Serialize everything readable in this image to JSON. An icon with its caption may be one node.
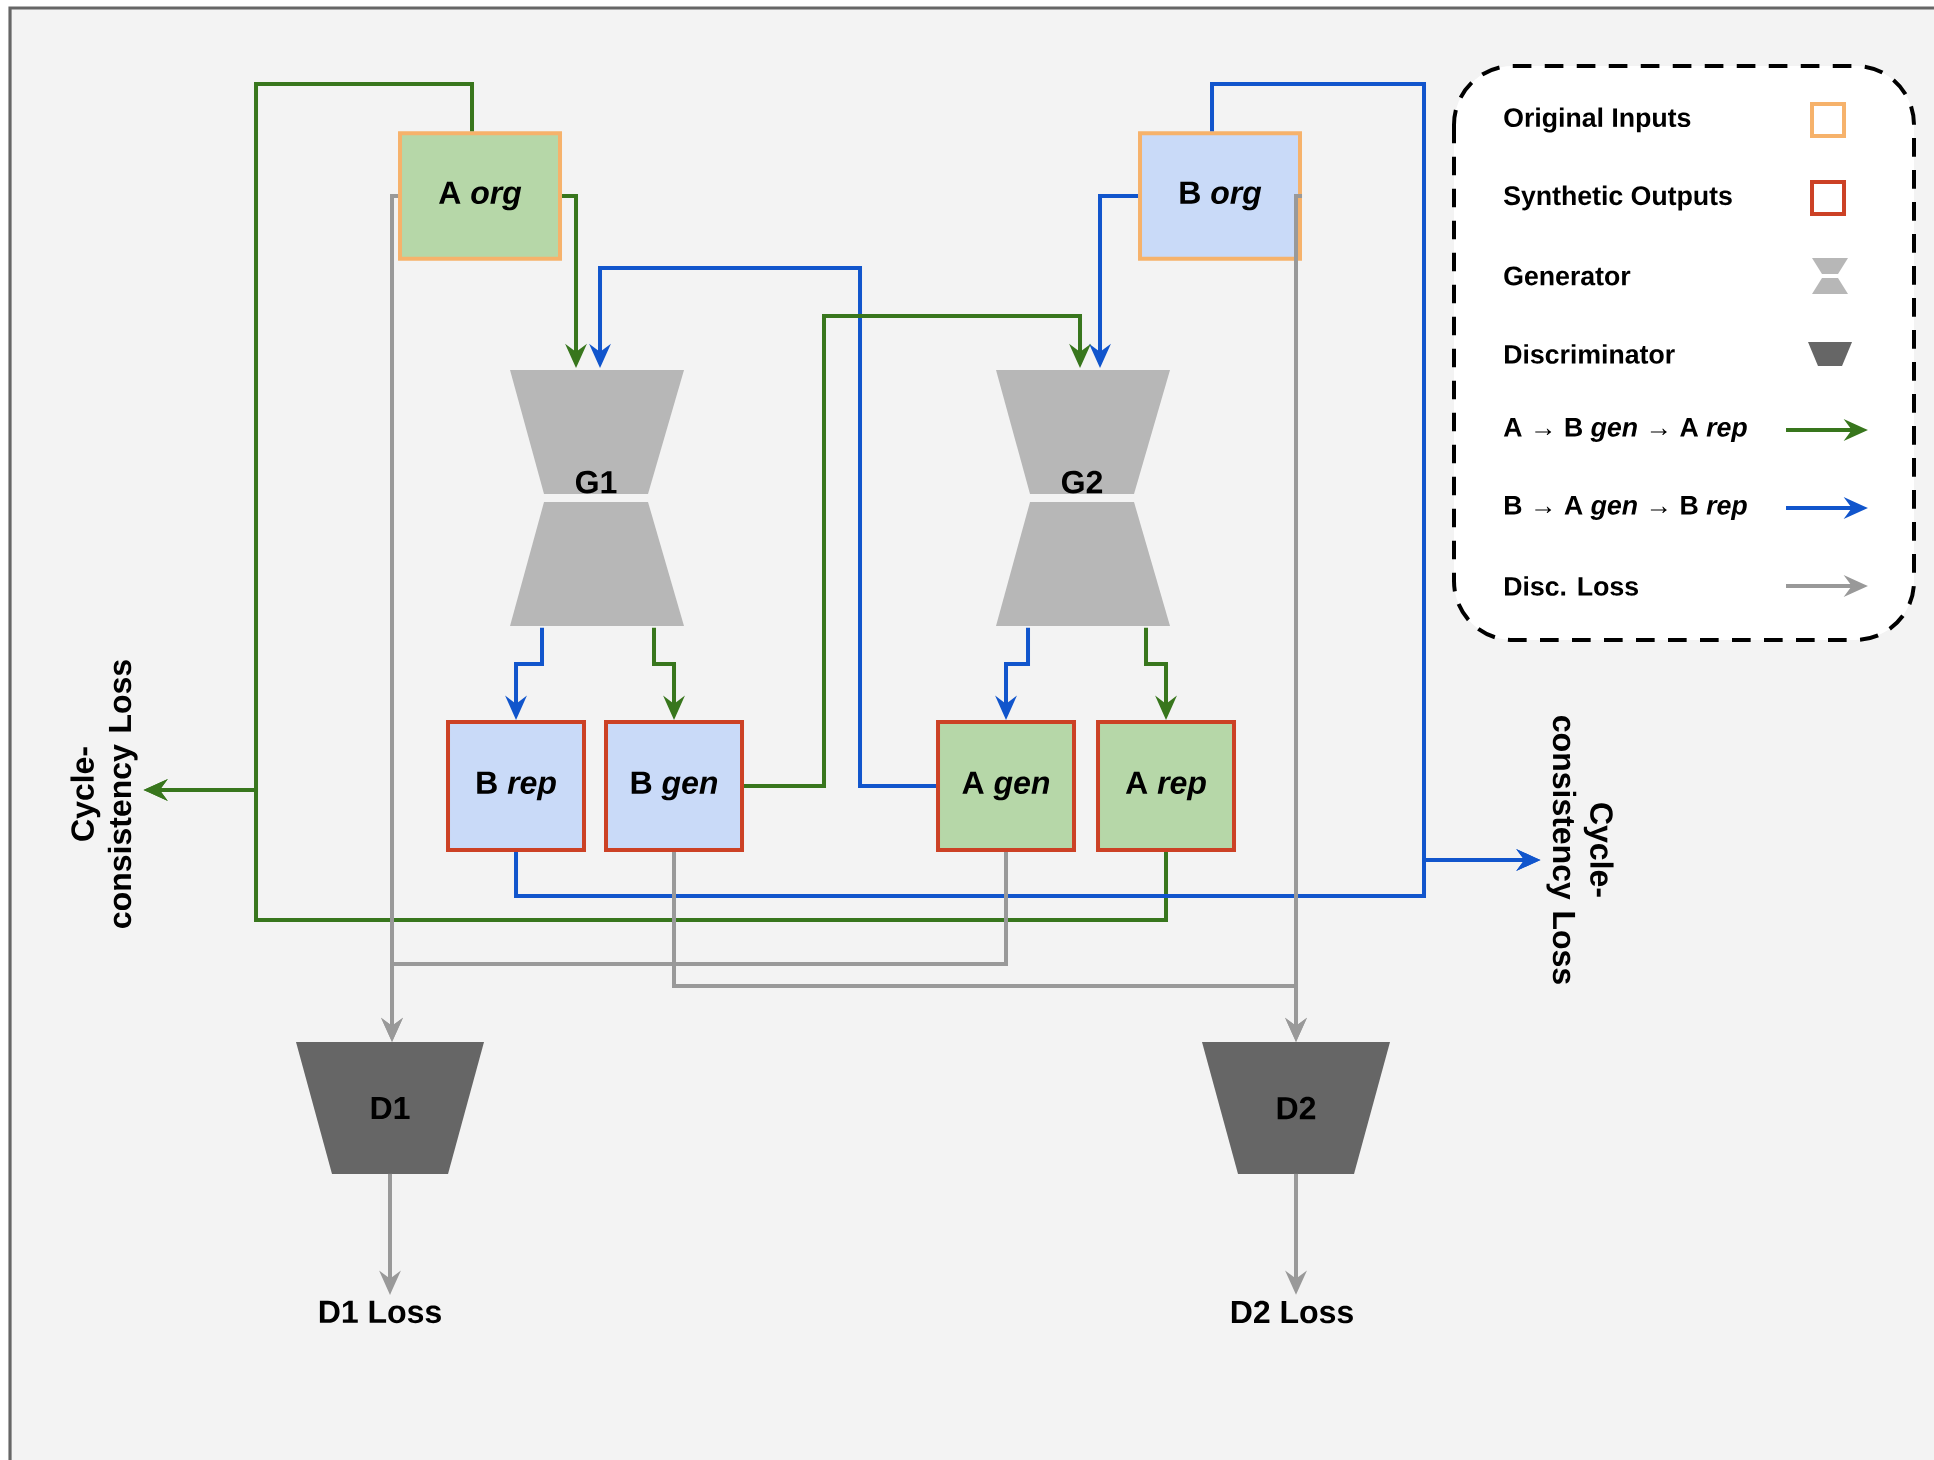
{
  "diagram": {
    "nodes": [
      {
        "text": [
          "A *org*"
        ]
      },
      {
        "text": [
          "B *org*"
        ]
      },
      {
        "text": [
          "G1"
        ]
      },
      {
        "text": [
          "G2"
        ]
      },
      {
        "text": [
          "B *rep*"
        ]
      },
      {
        "text": [
          "B *gen*"
        ]
      },
      {
        "text": [
          "A *gen*"
        ]
      },
      {
        "text": [
          "A *rep*"
        ]
      },
      {
        "text": [
          "D1"
        ]
      },
      {
        "text": [
          "D2"
        ]
      },
      {
        "text": [
          "D1 Loss"
        ]
      },
      {
        "text": [
          "D2 Loss"
        ]
      },
      {
        "text": [
          "Cycle-consistency Loss"
        ]
      },
      {
        "text": [
          "Cycle-consistency Loss"
        ]
      }
    ],
    "edges": [
      {
        "from": 0,
        "to": 2,
        "arrow": "to",
        "color": "#38761d"
      },
      {
        "from": 6,
        "to": 2,
        "arrow": "to",
        "color": "#1155cc"
      },
      {
        "from": 1,
        "to": 3,
        "arrow": "to",
        "color": "#1155cc"
      },
      {
        "from": 5,
        "to": 3,
        "arrow": "to",
        "color": "#38761d"
      },
      {
        "from": 2,
        "to": 4,
        "arrow": "to",
        "color": "#1155cc"
      },
      {
        "from": 2,
        "to": 5,
        "arrow": "to",
        "color": "#38761d"
      },
      {
        "from": 3,
        "to": 6,
        "arrow": "to",
        "color": "#1155cc"
      },
      {
        "from": 3,
        "to": 7,
        "arrow": "to",
        "color": "#38761d"
      },
      {
        "from": 0,
        "to": 12,
        "arrow": "to",
        "color": "#38761d"
      },
      {
        "from": 7,
        "to": 12,
        "arrow": "to",
        "color": "#38761d"
      },
      {
        "from": 1,
        "to": 13,
        "arrow": "to",
        "color": "#1155cc"
      },
      {
        "from": 4,
        "to": 13,
        "arrow": "to",
        "color": "#1155cc"
      },
      {
        "from": 0,
        "to": 8,
        "arrow": "to",
        "color": "#999999"
      },
      {
        "from": 6,
        "to": 8,
        "arrow": "to",
        "color": "#999999"
      },
      {
        "from": 5,
        "to": 9,
        "arrow": "to",
        "color": "#999999"
      },
      {
        "from": 1,
        "to": 9,
        "arrow": "to",
        "color": "#999999"
      },
      {
        "from": 8,
        "to": 10,
        "arrow": "to",
        "color": "#999999"
      },
      {
        "from": 9,
        "to": 11,
        "arrow": "to",
        "color": "#999999"
      }
    ],
    "legend": [
      {
        "text": "Original Inputs"
      },
      {
        "text": "Synthetic Outputs"
      },
      {
        "text": "Generator"
      },
      {
        "text": "Discriminator"
      },
      {
        "text": "A → B *gen* → A *rep*"
      },
      {
        "text": "B → A *gen* → B *rep*"
      },
      {
        "text": "Disc. Loss"
      }
    ]
  }
}
